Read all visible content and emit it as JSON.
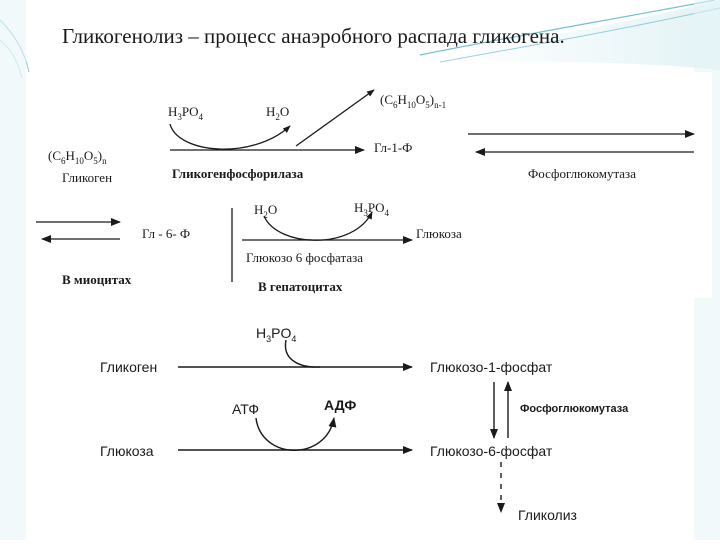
{
  "slide": {
    "title": "Гликогенолиз – процесс анаэробного распада гликогена."
  },
  "top_scheme": {
    "h3po4": [
      "H",
      "3",
      "PO",
      "4"
    ],
    "h2o": [
      "H",
      "2",
      "O"
    ],
    "glycogen_n_minus_1": [
      "(C",
      "6",
      "H",
      "10",
      "O",
      "5",
      ")",
      "n-1"
    ],
    "glycogen_n": [
      "(C",
      "6",
      "H",
      "10",
      "O",
      "5",
      ")",
      "n"
    ],
    "glycogen_label": "Гликоген",
    "enzyme_phosphorylase": "Гликогенфосфорилаза",
    "g1p": "Гл-1-Ф",
    "enzyme_phosphoglucomutase": "Фосфоглюкомутаза",
    "g6p": "Гл - 6- Ф",
    "h2o_2": [
      "H",
      "2",
      "O"
    ],
    "h3po4_2": [
      "H",
      "3",
      "PO",
      "4"
    ],
    "glucose": "Глюкоза",
    "enzyme_g6pase": "Глюкозо 6 фосфатаза",
    "in_myocytes": "В миоцитах",
    "in_hepatocytes": "В гепатоцитах"
  },
  "bottom_scheme": {
    "h3po4": [
      "H",
      "3",
      "PO",
      "4"
    ],
    "glycogen": "Гликоген",
    "glucose_1_phosphate": "Глюкозо-1-фосфат",
    "atp": "АТФ",
    "adp": "АДФ",
    "phosphoglucomutase": "Фосфоглюкомутаза",
    "glucose": "Глюкоза",
    "glucose_6_phosphate": "Глюкозо-6-фосфат",
    "glycolysis": "Гликолиз"
  },
  "colors": {
    "decor_teal": "#3aa7b8",
    "decor_light": "#cfeaf0",
    "ink": "#1a1a1a"
  }
}
